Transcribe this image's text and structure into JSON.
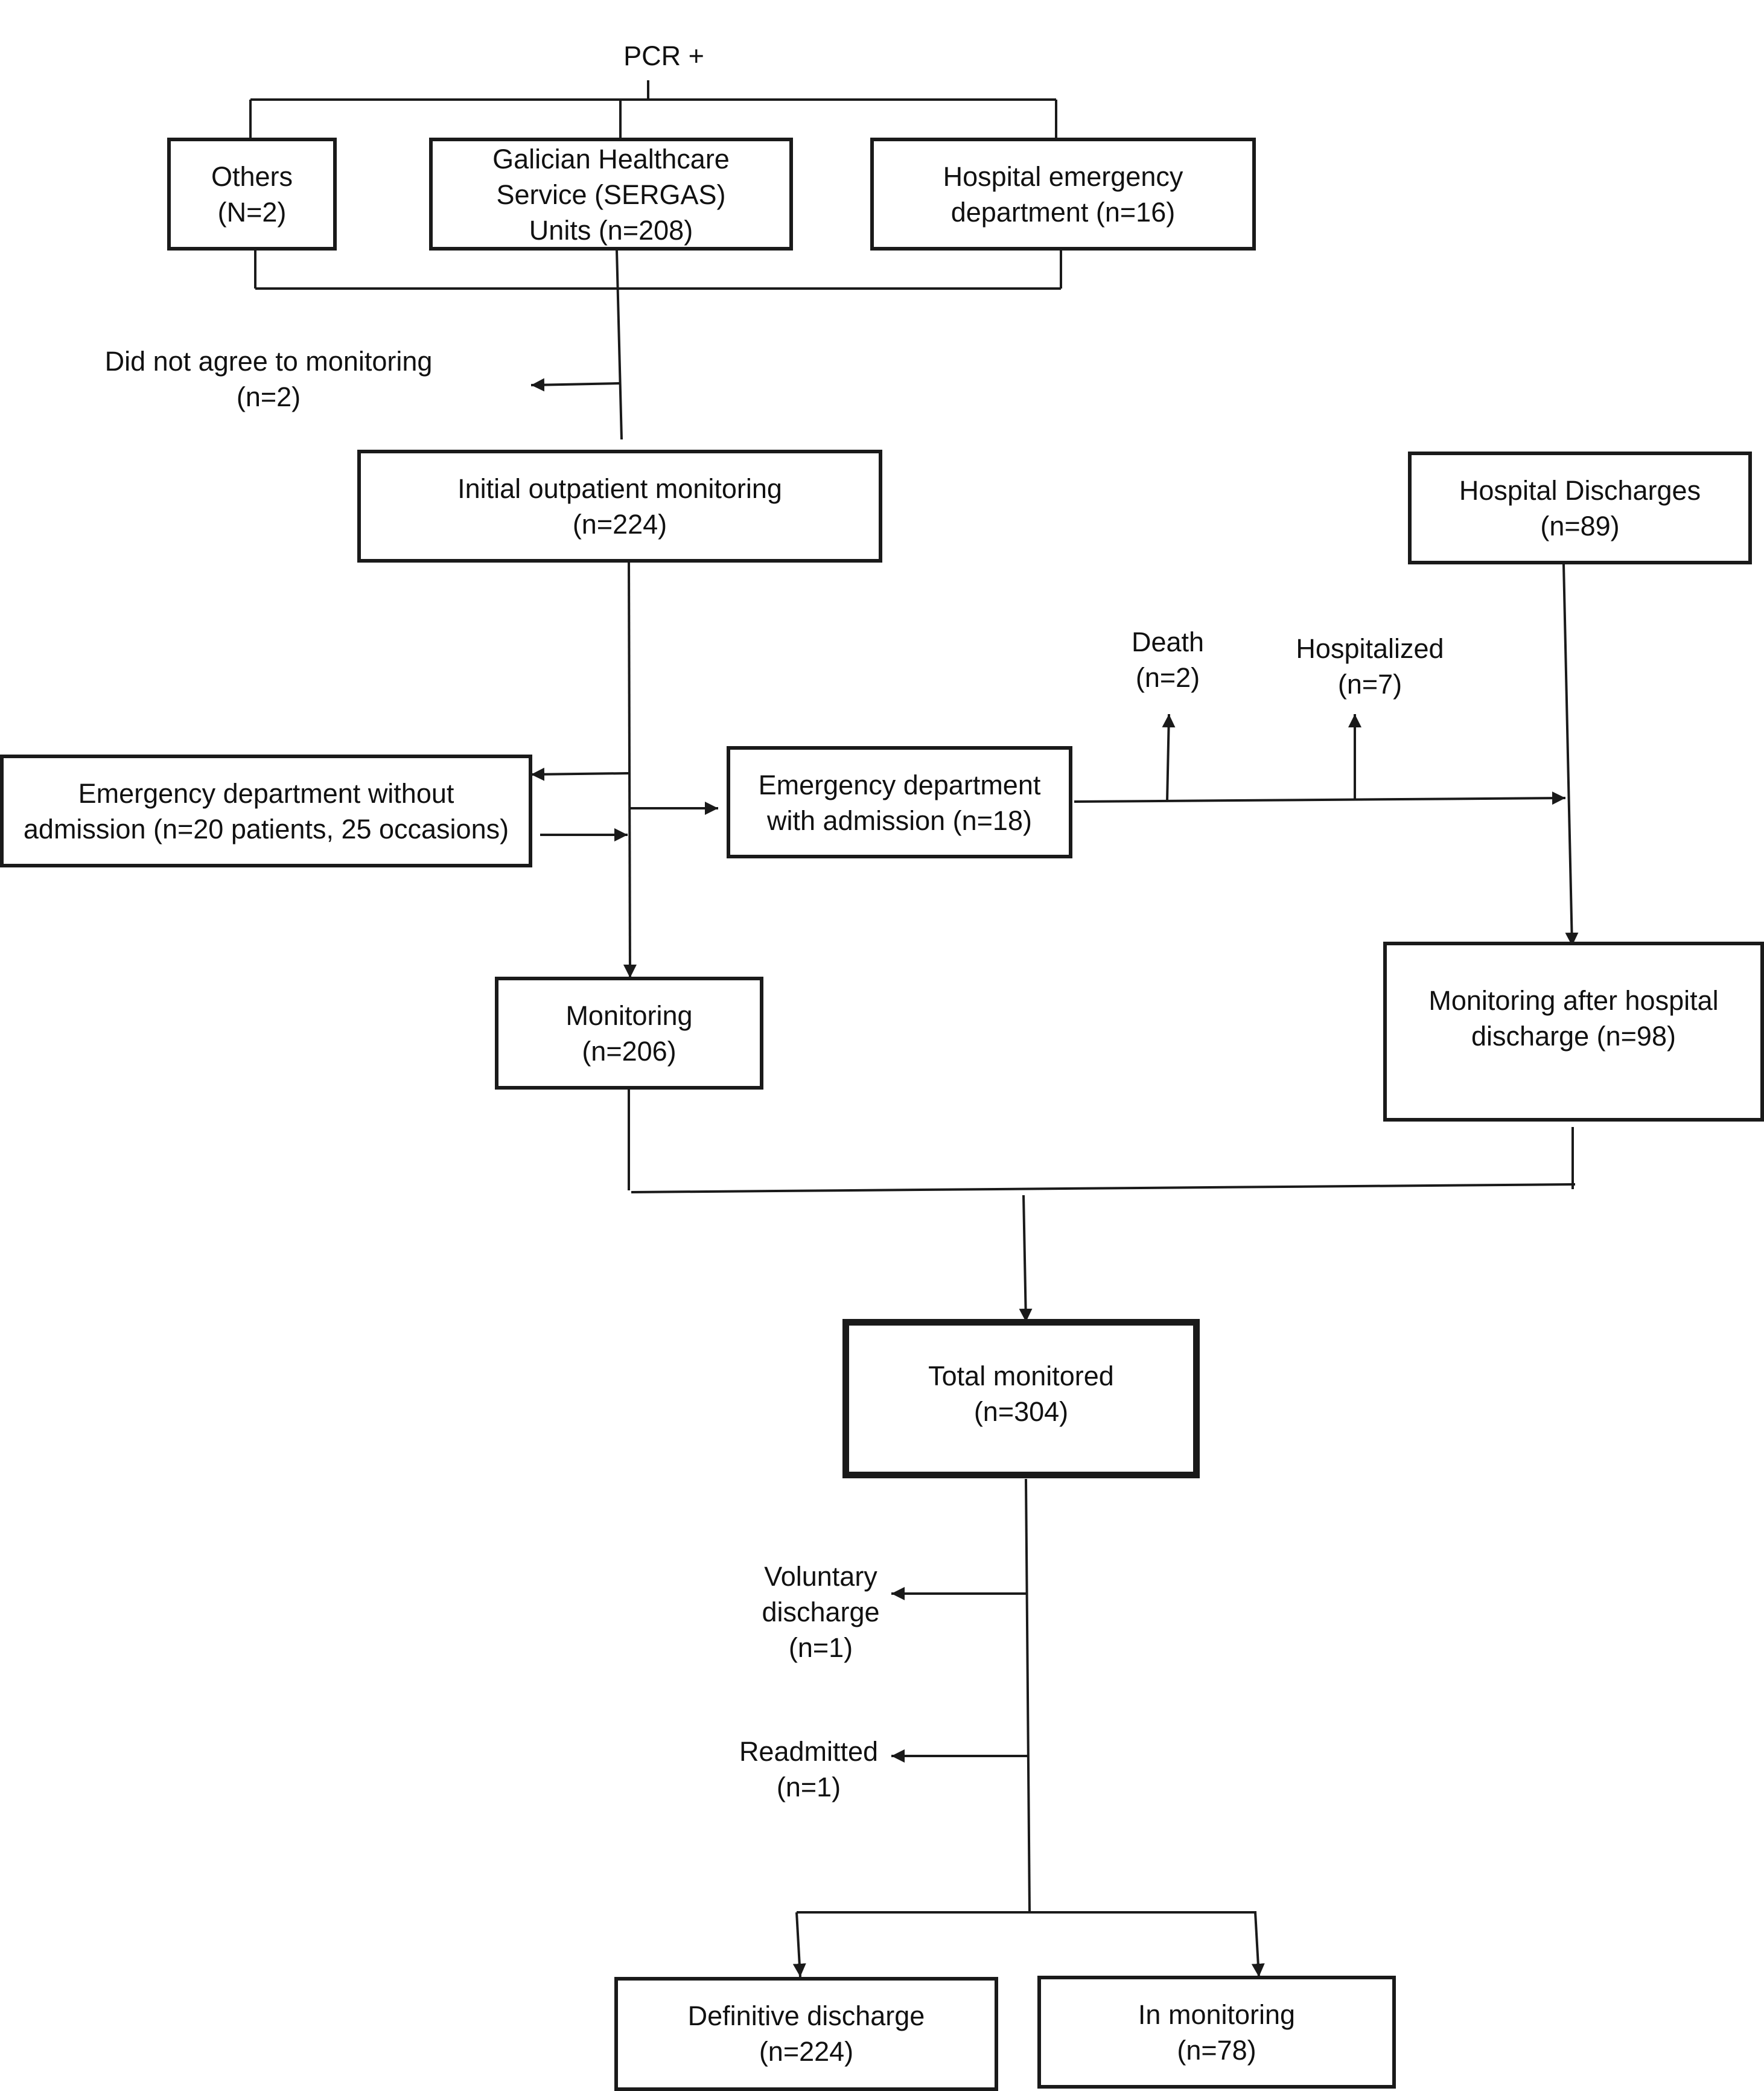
{
  "top": {
    "title": "PCR +"
  },
  "sources": {
    "others": [
      "Others",
      "(N=2)"
    ],
    "sergas": [
      "Galician Healthcare",
      "Service (SERGAS)",
      "Units (n=208)"
    ],
    "hospital_ed": [
      "Hospital emergency",
      "department (n=16)"
    ]
  },
  "side_notes": {
    "not_agree": [
      "Did not agree to monitoring",
      "(n=2)"
    ],
    "death": [
      "Death",
      "(n=2)"
    ],
    "hospitalized": [
      "Hospitalized",
      "(n=7)"
    ],
    "voluntary_discharge": [
      "Voluntary",
      "discharge",
      "(n=1)"
    ],
    "readmitted": [
      "Readmitted",
      "(n=1)"
    ]
  },
  "boxes": {
    "initial_monitoring": [
      "Initial outpatient monitoring",
      "(n=224)"
    ],
    "hospital_discharges": [
      "Hospital Discharges",
      "(n=89)"
    ],
    "ed_without_admission": [
      "Emergency department without",
      "admission (n=20 patients, 25 occasions)"
    ],
    "ed_with_admission": [
      "Emergency department",
      "with admission (n=18)"
    ],
    "monitoring": [
      "Monitoring",
      "(n=206)"
    ],
    "monitoring_after_discharge": [
      "Monitoring after hospital",
      "discharge (n=98)"
    ],
    "total_monitored": [
      "Total monitored",
      "(n=304)"
    ],
    "definitive_discharge": [
      "Definitive discharge",
      "(n=224)"
    ],
    "in_monitoring": [
      "In monitoring",
      "(n=78)"
    ]
  },
  "colors": {
    "line": "#1a1a1a",
    "background": "#ffffff",
    "text": "#111111"
  }
}
